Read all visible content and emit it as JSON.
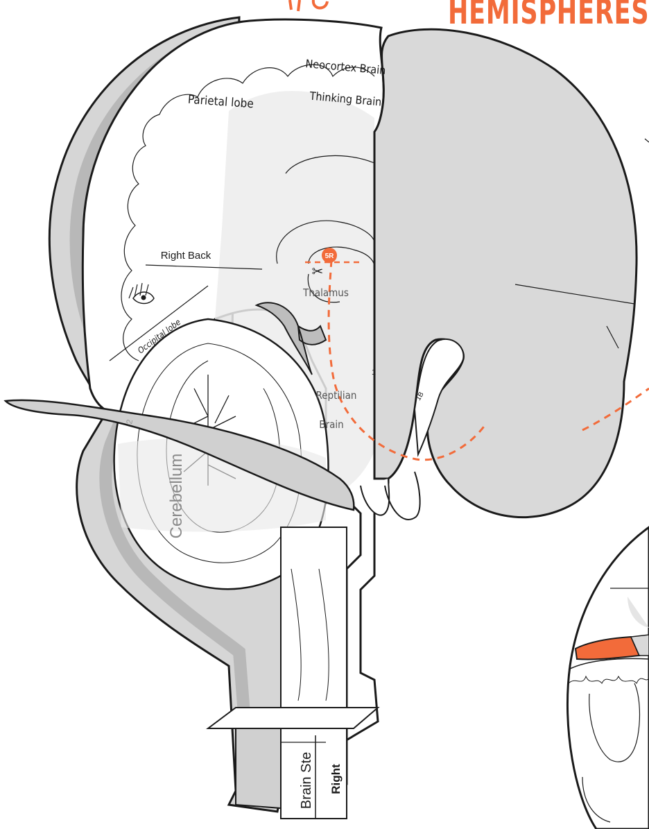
{
  "header": {
    "title_fragment": "HEMISPHERES"
  },
  "labels": {
    "neocortex_line1": "Neocortex Brain",
    "neocortex_line2": "Thinking Brain",
    "parietal": "Parietal lobe",
    "right_back": "Right Back",
    "occipital": "Occipital lobe",
    "thalamus": "Thalamus",
    "reptilian_line1": "Reptilian",
    "reptilian_line2": "Brain",
    "cerebellum": "Cerebellum",
    "brain_stem": "Brain Ste",
    "right": "Right",
    "cut_badge": "5R",
    "tab_1": "1",
    "tab_1b": "1B",
    "tab_2": "2"
  },
  "colors": {
    "accent": "#f26b3a",
    "outline": "#1a1a1a",
    "panel_gray": "#d9d9d9",
    "shade_gray": "#ececec",
    "paper": "#ffffff"
  }
}
